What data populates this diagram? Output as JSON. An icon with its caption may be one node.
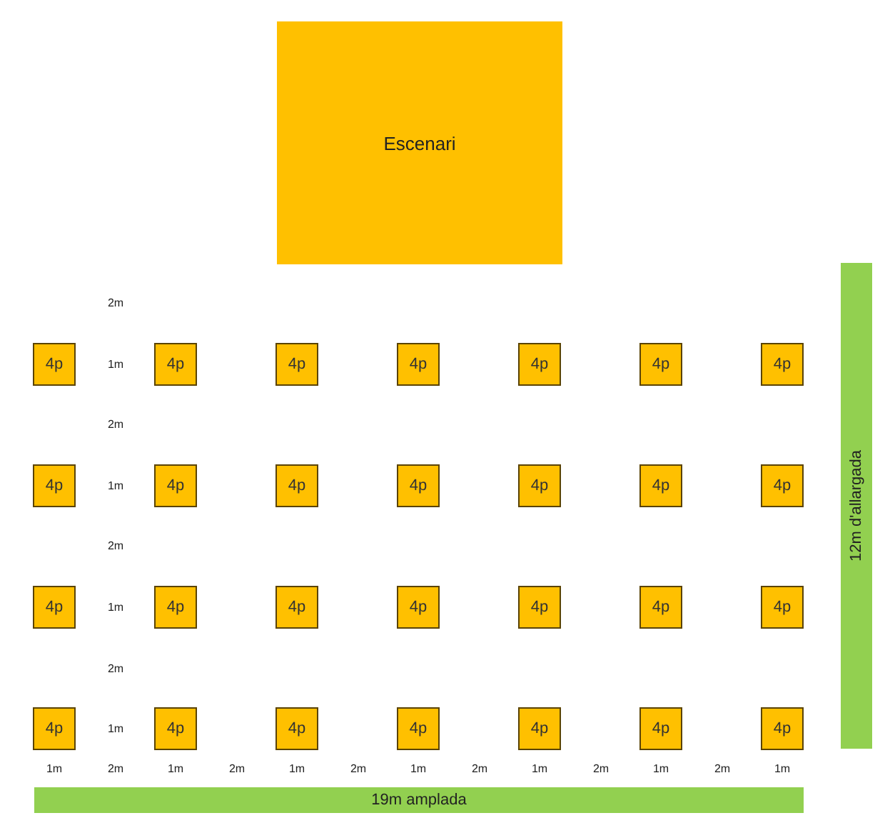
{
  "diagram": {
    "nodes": [
      {
        "text": [
          "Escenari"
        ]
      },
      {
        "text": [
          "12m d'allargada"
        ]
      },
      {
        "text": [
          "4p"
        ]
      },
      {
        "text": [
          "4p"
        ]
      },
      {
        "text": [
          "4p"
        ]
      },
      {
        "text": [
          "4p"
        ]
      },
      {
        "text": [
          "4p"
        ]
      },
      {
        "text": [
          "4p"
        ]
      },
      {
        "text": [
          "4p"
        ]
      },
      {
        "text": [
          "4p"
        ]
      },
      {
        "text": [
          "4p"
        ]
      },
      {
        "text": [
          "4p"
        ]
      },
      {
        "text": [
          "4p"
        ]
      },
      {
        "text": [
          "4p"
        ]
      },
      {
        "text": [
          "4p"
        ]
      },
      {
        "text": [
          "4p"
        ]
      },
      {
        "text": [
          "4p"
        ]
      },
      {
        "text": [
          "4p"
        ]
      },
      {
        "text": [
          "4p"
        ]
      },
      {
        "text": [
          "4p"
        ]
      },
      {
        "text": [
          "4p"
        ]
      },
      {
        "text": [
          "4p"
        ]
      },
      {
        "text": [
          "4p"
        ]
      },
      {
        "text": [
          "4p"
        ]
      },
      {
        "text": [
          "4p"
        ]
      },
      {
        "text": [
          "4p"
        ]
      },
      {
        "text": [
          "4p"
        ]
      },
      {
        "text": [
          "4p"
        ]
      },
      {
        "text": [
          "4p"
        ]
      },
      {
        "text": [
          "4p"
        ]
      },
      {
        "text": [
          "19m amplada"
        ]
      }
    ],
    "labels": [
      "2m",
      "1m",
      "2m",
      "1m",
      "2m",
      "1m",
      "2m",
      "1m",
      "1m",
      "2m",
      "1m",
      "2m",
      "1m",
      "2m",
      "1m",
      "2m",
      "1m",
      "2m",
      "1m",
      "2m",
      "1m"
    ]
  }
}
